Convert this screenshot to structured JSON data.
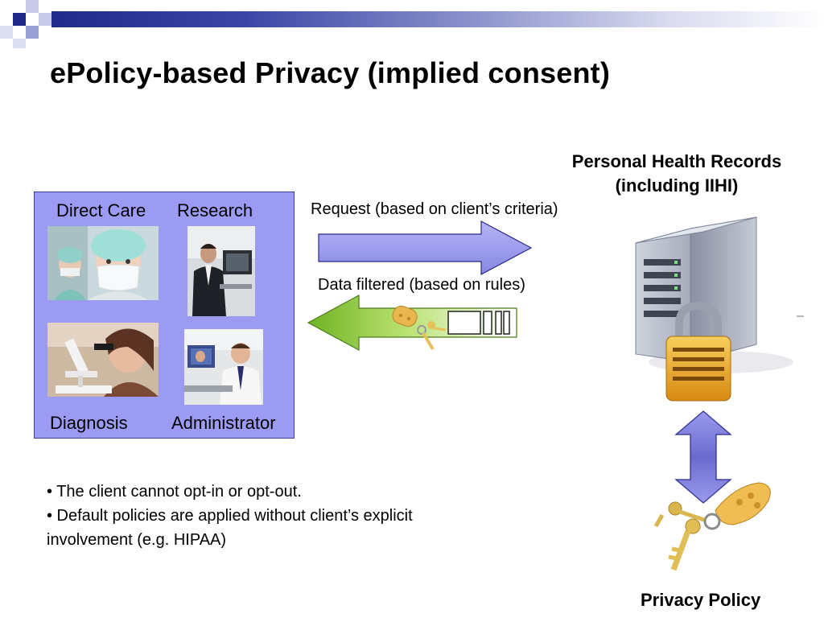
{
  "slide": {
    "title": "ePolicy-based Privacy (implied consent)"
  },
  "clients_panel": {
    "roles": [
      "Direct Care",
      "Research",
      "Diagnosis",
      "Administrator"
    ]
  },
  "server": {
    "title_line1": "Personal  Health Records",
    "title_line2": "(including IIHI)"
  },
  "flows": {
    "request_label": "Request (based on client’s criteria)",
    "response_label": "Data filtered (based on rules)"
  },
  "bullets": [
    "• The client cannot opt-in or opt-out.",
    "• Default policies are applied without client’s explicit involvement (e.g. HIPAA)"
  ],
  "policy_label": "Privacy Policy",
  "icons": [
    "server-icon",
    "padlock-icon",
    "keys-icon",
    "key-fob-icon"
  ],
  "colors": {
    "panel_fill": "#9b9bf4",
    "request_arrow": "#9c9cf0",
    "response_arrow": "#8cc63f",
    "double_arrow": "#7f7fd8",
    "accent_bar": "#1f2a8a"
  }
}
